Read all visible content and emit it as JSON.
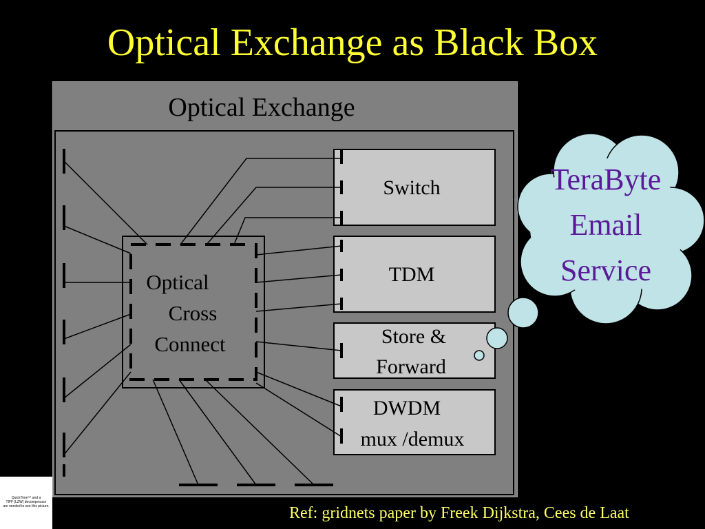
{
  "slide": {
    "title": "Optical Exchange as Black Box",
    "reference": "Ref: gridnets paper by Freek Dijkstra, Cees de Laat"
  },
  "diagram": {
    "outer_label": "Optical Exchange",
    "cross_connect": {
      "line1": "Optical",
      "line2": "Cross",
      "line3": "Connect"
    },
    "boxes": {
      "switch": "Switch",
      "tdm": "TDM",
      "store_forward": {
        "line1": "Store &",
        "line2": "Forward"
      },
      "dwdm": {
        "line1": "DWDM",
        "line2": "mux /demux"
      }
    }
  },
  "cloud": {
    "line1": "TeraByte",
    "line2": "Email",
    "line3": "Service"
  },
  "quicktime_placeholder": {
    "line1": "QuickTime™ and a",
    "line2": "TIFF (LZW) decompressor",
    "line3": "are needed to see this picture."
  },
  "colors": {
    "background": "#000000",
    "title": "#ffff33",
    "panel": "#808080",
    "box_fill": "#c8c8c8",
    "cloud_fill": "#bfe3e6",
    "cloud_text": "#5a1a9a"
  }
}
